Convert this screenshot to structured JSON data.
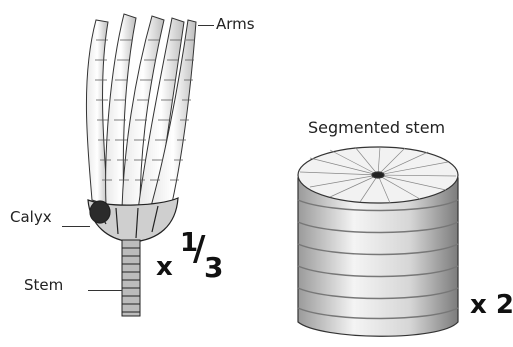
{
  "labels": {
    "arms": "Arms",
    "calyx": "Calyx",
    "stem": "Stem",
    "segmented_stem": "Segmented stem"
  },
  "scales": {
    "crinoid_x": "x",
    "crinoid_num": "1",
    "crinoid_den": "3",
    "segment": "x 2"
  },
  "colors": {
    "ink": "#1a1a1a",
    "shade": "#8a8a8a",
    "paper": "#ffffff"
  }
}
